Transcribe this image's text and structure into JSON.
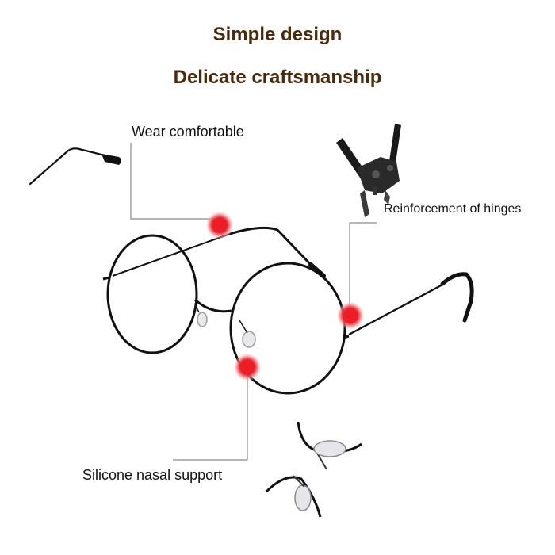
{
  "headline": {
    "line1": "Simple design",
    "line2": "Delicate craftsmanship"
  },
  "callouts": {
    "wear": "Wear comfortable",
    "hinge": "Reinforcement of hinges",
    "nasal": "Silicone nasal support"
  },
  "colors": {
    "headline": "#4a2a0c",
    "marker": "#e8202a",
    "frame": "#111111",
    "leader": "#8a8a8a"
  },
  "icons": {
    "product": "round-glasses",
    "temple": "temple-arm",
    "hinge_detail": "hinge-closeup",
    "nose_detail": "nose-pad-closeup"
  }
}
